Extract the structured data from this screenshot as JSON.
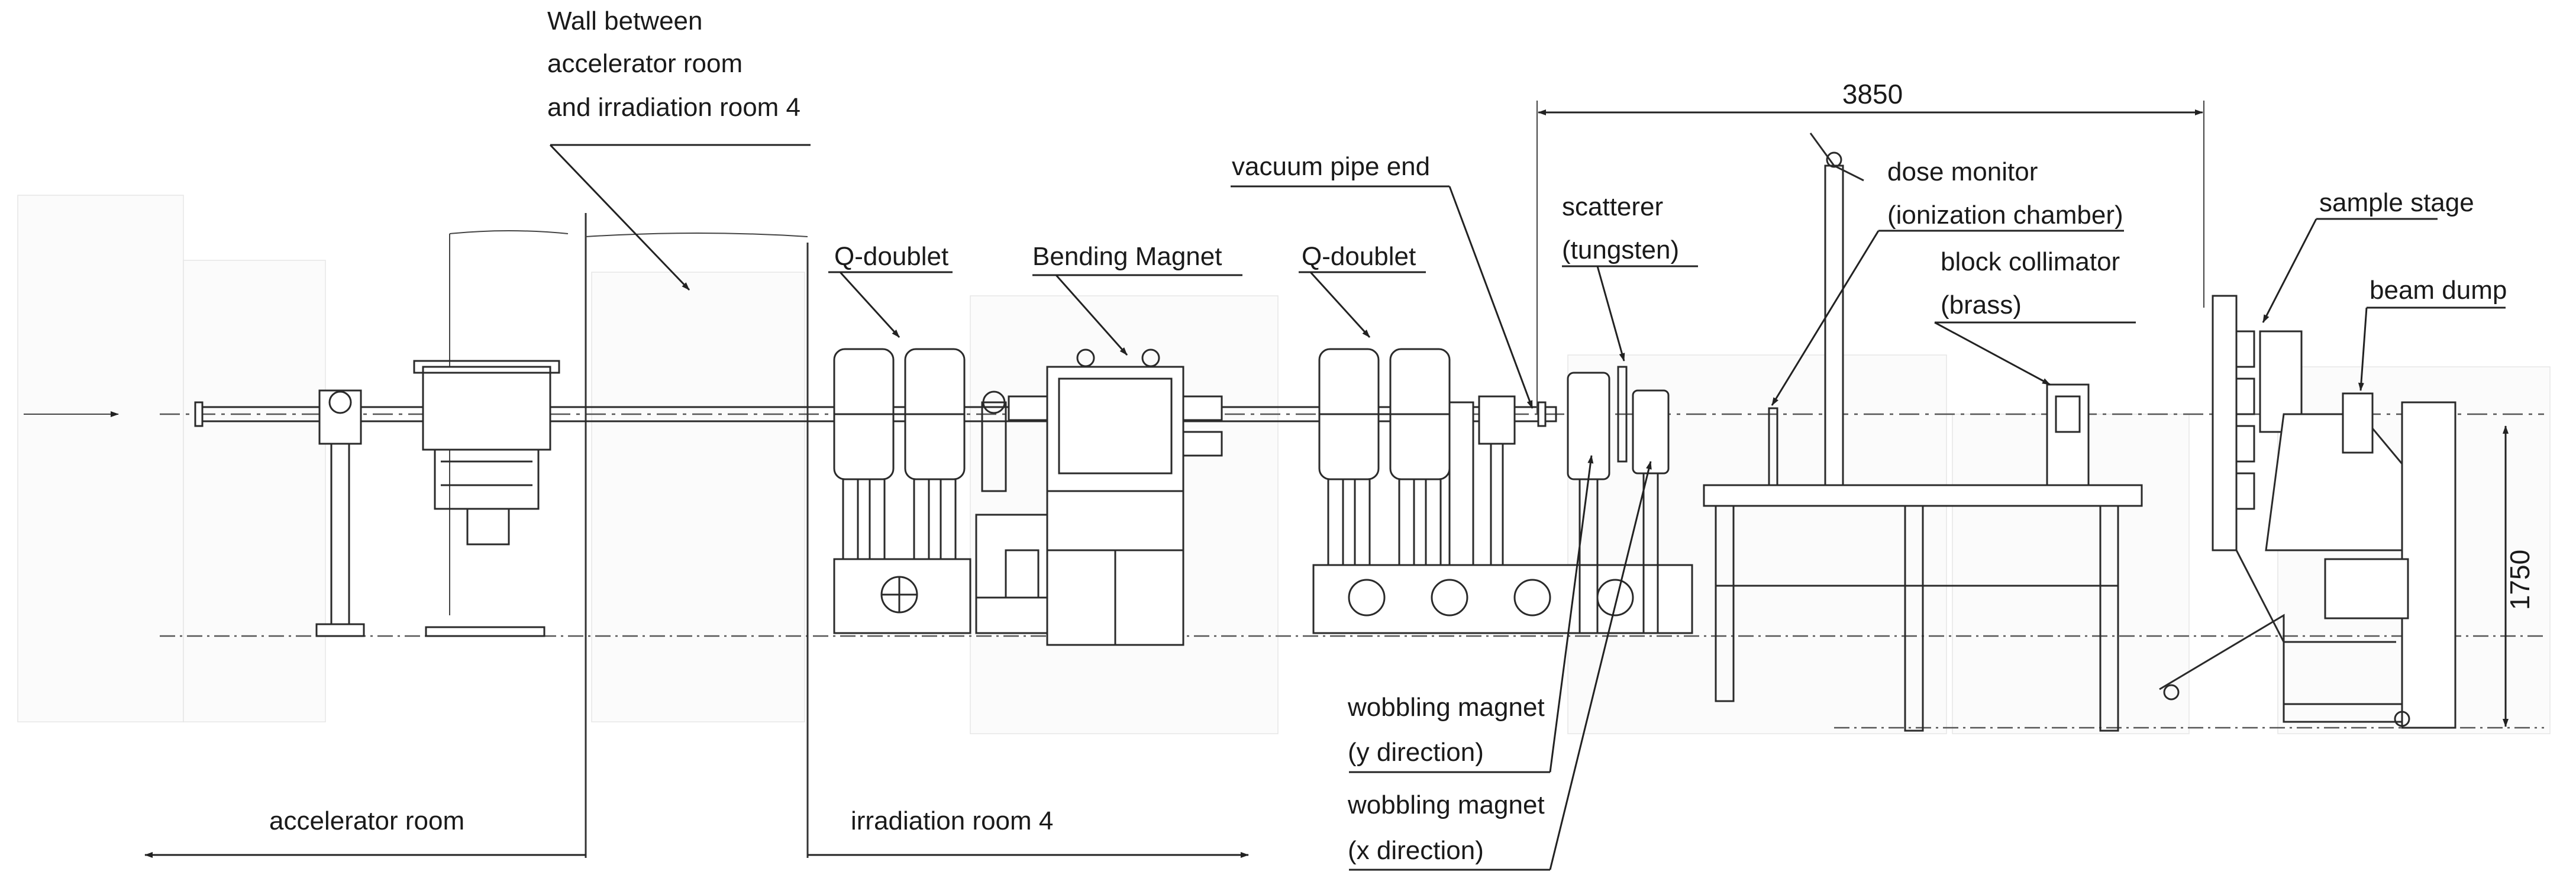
{
  "labels": {
    "wall_line1": "Wall between",
    "wall_line2": "accelerator room",
    "wall_line3": "and irradiation room 4",
    "q_doublet_1": "Q-doublet",
    "bending_magnet": "Bending Magnet",
    "q_doublet_2": "Q-doublet",
    "vacuum_pipe_end": "vacuum pipe end",
    "scatterer_line1": "scatterer",
    "scatterer_line2": "(tungsten)",
    "dose_monitor_line1": "dose monitor",
    "dose_monitor_line2": "(ionization chamber)",
    "block_collimator_line1": "block collimator",
    "block_collimator_line2": "(brass)",
    "sample_stage": "sample stage",
    "beam_dump": "beam dump",
    "wobbling_y_line1": "wobbling magnet",
    "wobbling_y_line2": "(y direction)",
    "wobbling_x_line1": "wobbling magnet",
    "wobbling_x_line2": "(x direction)",
    "accelerator_room": "accelerator room",
    "irradiation_room_4": "irradiation room 4"
  },
  "dimensions": {
    "distance_scatterer_to_stage": "3850",
    "beam_height": "1750"
  }
}
